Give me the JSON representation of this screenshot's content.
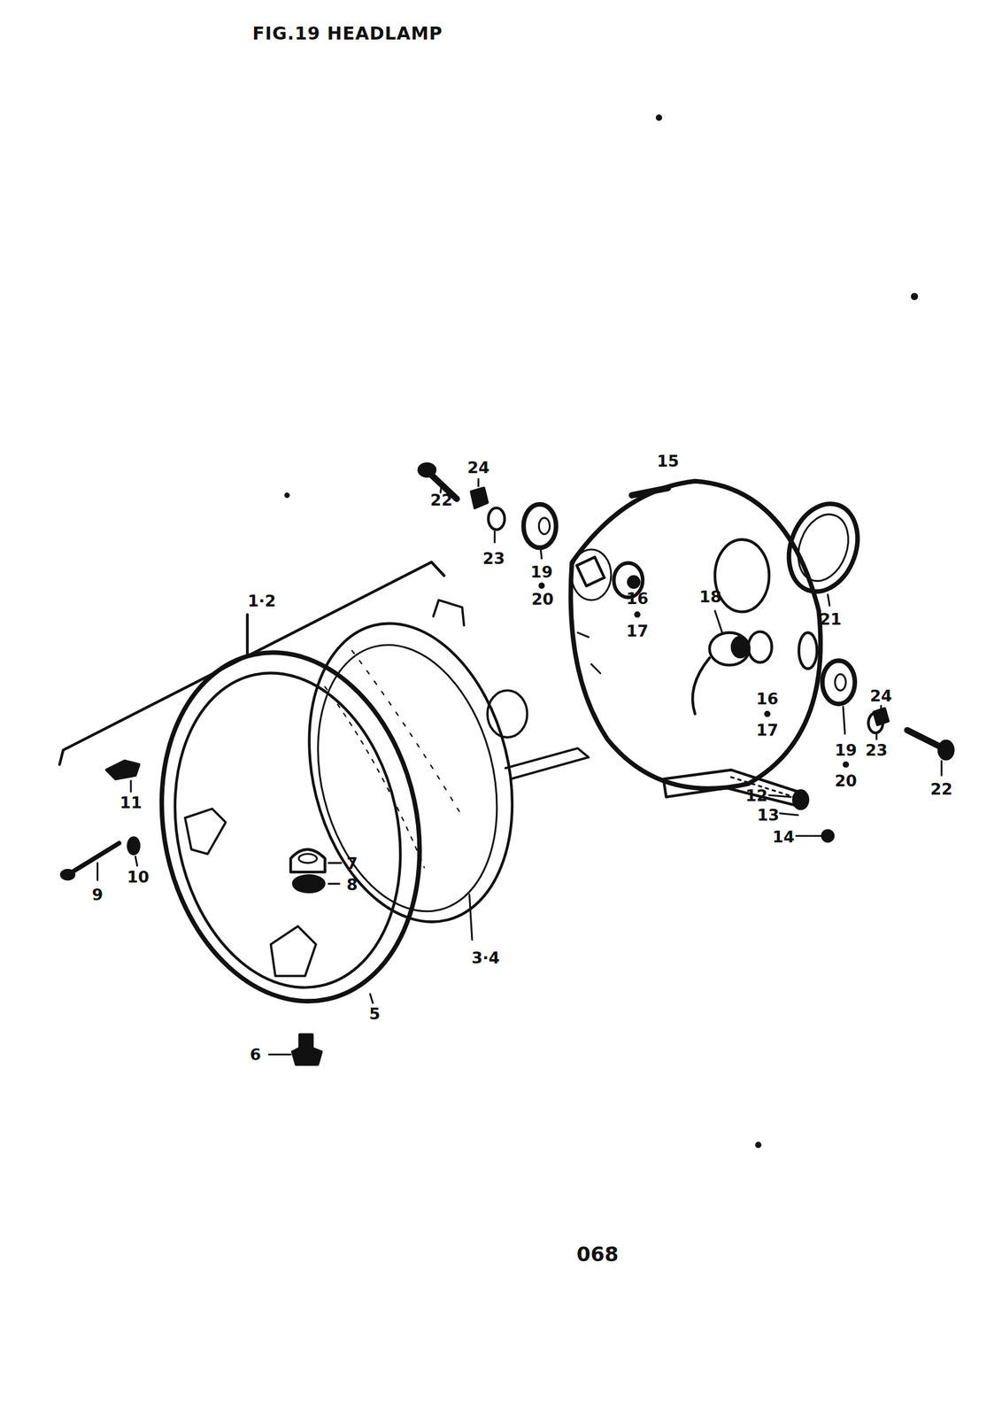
{
  "diagram": {
    "title": "FIG.19 HEADLAMP",
    "labels": [
      "1·2",
      "3·4",
      "5",
      "6",
      "7",
      "8",
      "9",
      "10",
      "11",
      "12",
      "13",
      "14",
      "15",
      "16",
      "17",
      "16",
      "17",
      "18",
      "19",
      "20",
      "19",
      "20",
      "21",
      "22",
      "22",
      "23",
      "23",
      "24",
      "24",
      "068"
    ]
  }
}
